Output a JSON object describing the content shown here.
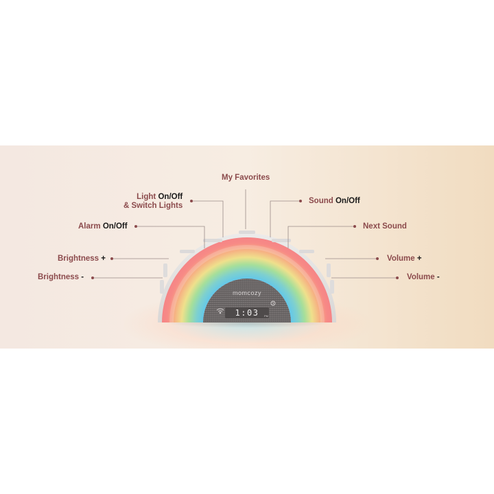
{
  "brand": "momcozy",
  "clock": {
    "time": "1:03",
    "period": "PM"
  },
  "labels": {
    "my_favorites": "My Favorites",
    "light_main": "Light",
    "light_onoff": "On/Off",
    "light_switch": "& Switch Lights",
    "sound_main": "Sound",
    "sound_onoff": "On/Off",
    "alarm_main": "Alarm",
    "alarm_onoff": "On/Off",
    "next_sound": "Next Sound",
    "brightness_up_main": "Brightness",
    "brightness_up_sign": "+",
    "volume_up_main": "Volume",
    "volume_up_sign": "+",
    "brightness_down_main": "Brightness",
    "brightness_down_sign": "-",
    "volume_down_main": "Volume",
    "volume_down_sign": "-"
  },
  "colors": {
    "label": "#8b4a4c",
    "emphasis": "#1a1a1a",
    "leader_line": "#9a8a88"
  },
  "icons": [
    "wifi-icon",
    "alarm-clock-icon"
  ]
}
